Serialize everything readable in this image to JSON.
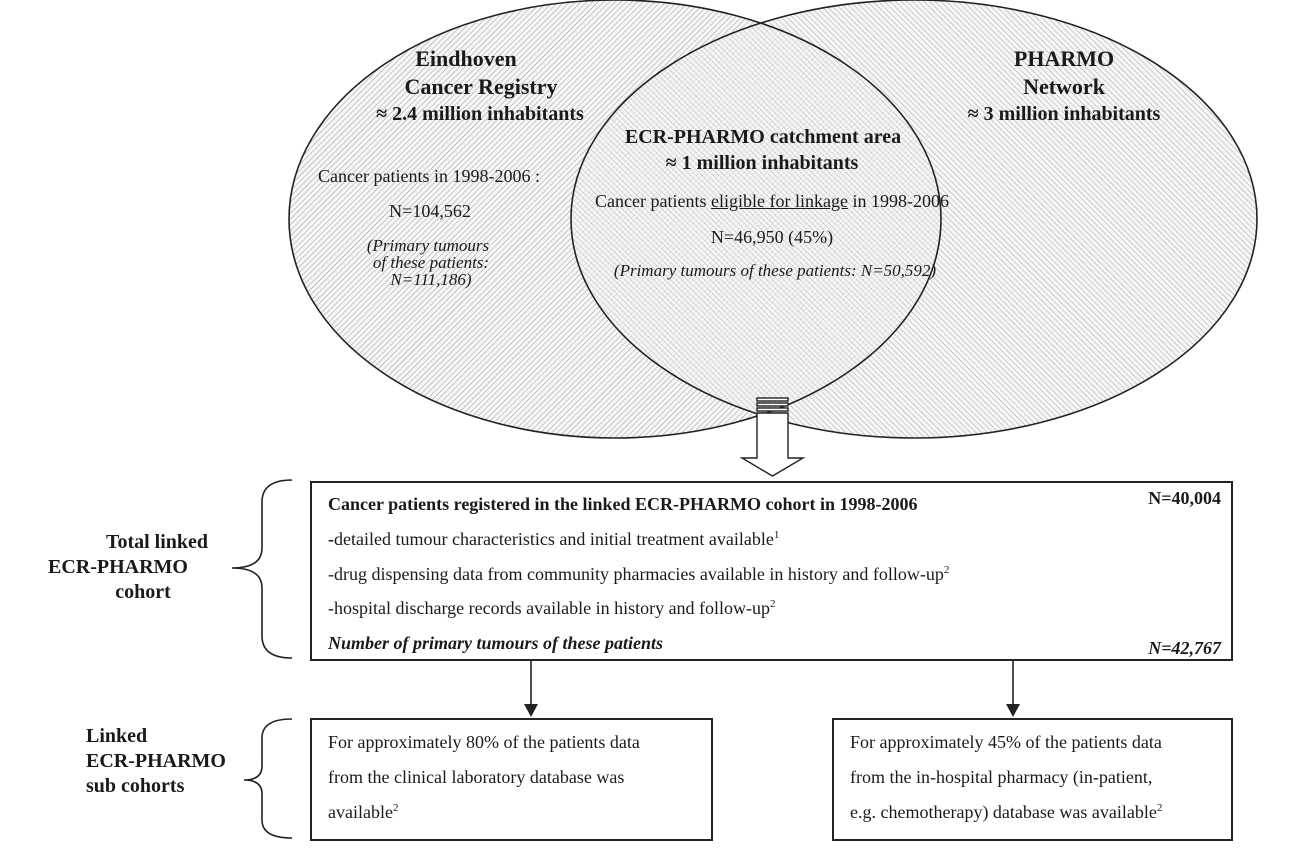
{
  "venn": {
    "left": {
      "title_line1": "Eindhoven",
      "title_line2": "Cancer Registry",
      "population": "≈ 2.4 million inhabitants",
      "patients_label": "Cancer patients in 1998-2006 :",
      "patients_n": "N=104,562",
      "tumours_line1": "(Primary tumours",
      "tumours_line2": "of these patients:",
      "tumours_line3": "N=111,186)"
    },
    "right": {
      "title_line1": "PHARMO",
      "title_line2": "Network",
      "population": "≈ 3 million inhabitants"
    },
    "overlap": {
      "title": "ECR-PHARMO catchment area",
      "population": "≈ 1 million inhabitants",
      "eligible_pre": "Cancer patients ",
      "eligible_underlined": "eligible for linkage",
      "eligible_post": " in 1998-2006",
      "patients_n": "N=46,950 (45%)",
      "tumours": "(Primary tumours of these patients: N=50,592)"
    }
  },
  "main_box": {
    "title": "Cancer patients registered in the linked ECR-PHARMO cohort in 1998-2006",
    "n_patients": "N=40,004",
    "item1_dash": "-",
    "item1": "detailed tumour characteristics and initial treatment available",
    "item1_sup": "1",
    "item2": "-drug dispensing data from community pharmacies available in history and follow-up",
    "item2_sup": "2",
    "item3": "-hospital discharge records available in history and follow-up",
    "item3_sup": "2",
    "tumours_label": "Number of primary tumours of these patients",
    "n_tumours": "N=42,767"
  },
  "sub_left": {
    "line1": "For approximately 80% of the patients data",
    "line2": "from the clinical laboratory database was",
    "line3": "available",
    "sup": "2"
  },
  "sub_right": {
    "line1": "For approximately 45% of the patients data",
    "line2": "from the in-hospital pharmacy (in-patient,",
    "line3": "e.g. chemotherapy) database was available",
    "sup": "2"
  },
  "side_labels": {
    "total_line1": "Total linked",
    "total_line2": "ECR-PHARMO",
    "total_line3": "cohort",
    "sub_line1": "Linked",
    "sub_line2": "ECR-PHARMO",
    "sub_line3": "sub cohorts"
  },
  "colors": {
    "line": "#222222",
    "hatch": "#9a9a9a"
  }
}
